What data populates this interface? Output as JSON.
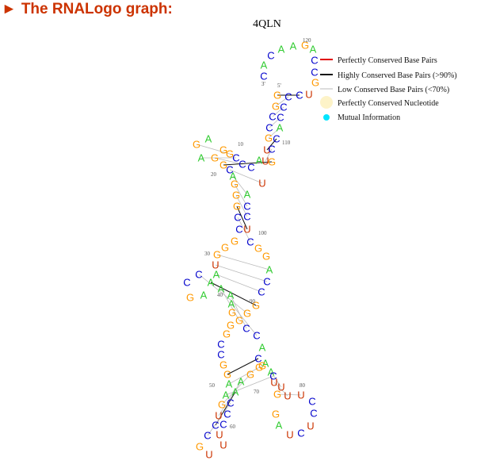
{
  "header": {
    "arrow": "►",
    "text": "The RNALogo graph:"
  },
  "diagram": {
    "title": "4QLN",
    "end_labels": {
      "five_prime": "5'",
      "three_prime": "3'"
    },
    "colors": {
      "A": "#33cc33",
      "G": "#ff9900",
      "C": "#0000cc",
      "U": "#cc3300",
      "perfect_bp": "#e00000",
      "high_bp": "#111111",
      "low_bp": "#bbbbbb",
      "perfect_nt": "#fdf3c8",
      "mutual": "#00e5ff"
    },
    "legend": [
      {
        "label": "Perfectly Conserved Base Pairs",
        "kind": "perfect_bp"
      },
      {
        "label": "Highly Conserved Base Pairs (>90%)",
        "kind": "high_bp"
      },
      {
        "label": "Low Conserved Base Pairs (<70%)",
        "kind": "low_bp"
      },
      {
        "label": "Perfectly Conserved Nucleotide",
        "kind": "perfect_nt"
      },
      {
        "label": "Mutual Information",
        "kind": "mutual"
      }
    ],
    "position_labels": [
      "10",
      "20",
      "30",
      "40",
      "50",
      "60",
      "70",
      "80",
      "90",
      "100",
      "110",
      "120"
    ],
    "nucleotides": "GGCCGUUACCCGGAGAGGCAGGGCCGGGUAACCGAAAAGGGCCGGAAGUCCGUUUCCCAAGGAAUGGAUCUCCUUUCGCACCGGGCCAGGCUCCAUGCCACCCCUGCCAGAACACGGAAAGAGAGUCCGUC"
  }
}
